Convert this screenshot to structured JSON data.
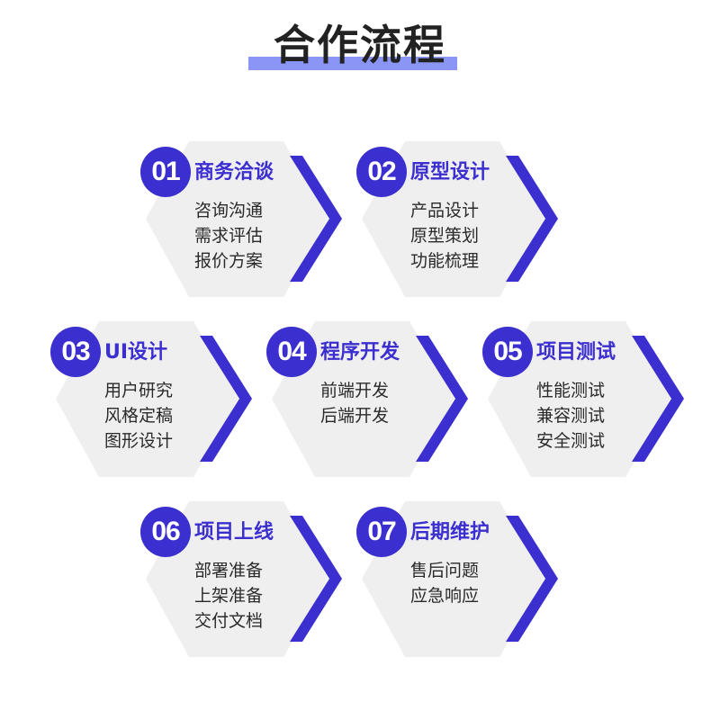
{
  "page": {
    "title": "合作流程",
    "accent_color": "#3b2fd0",
    "underline_color": "#8a95f5",
    "card_bg_color": "#efefef"
  },
  "steps": [
    {
      "number": "01",
      "title": "商务洽谈",
      "items": [
        "咨询沟通",
        "需求评估",
        "报价方案"
      ]
    },
    {
      "number": "02",
      "title": "原型设计",
      "items": [
        "产品设计",
        "原型策划",
        "功能梳理"
      ]
    },
    {
      "number": "03",
      "title": "UI设计",
      "items": [
        "用户研究",
        "风格定稿",
        "图形设计"
      ]
    },
    {
      "number": "04",
      "title": "程序开发",
      "items": [
        "前端开发",
        "后端开发"
      ]
    },
    {
      "number": "05",
      "title": "项目测试",
      "items": [
        "性能测试",
        "兼容测试",
        "安全测试"
      ]
    },
    {
      "number": "06",
      "title": "项目上线",
      "items": [
        "部署准备",
        "上架准备",
        "交付文档"
      ]
    },
    {
      "number": "07",
      "title": "后期维护",
      "items": [
        "售后问题",
        "应急响应"
      ]
    }
  ]
}
